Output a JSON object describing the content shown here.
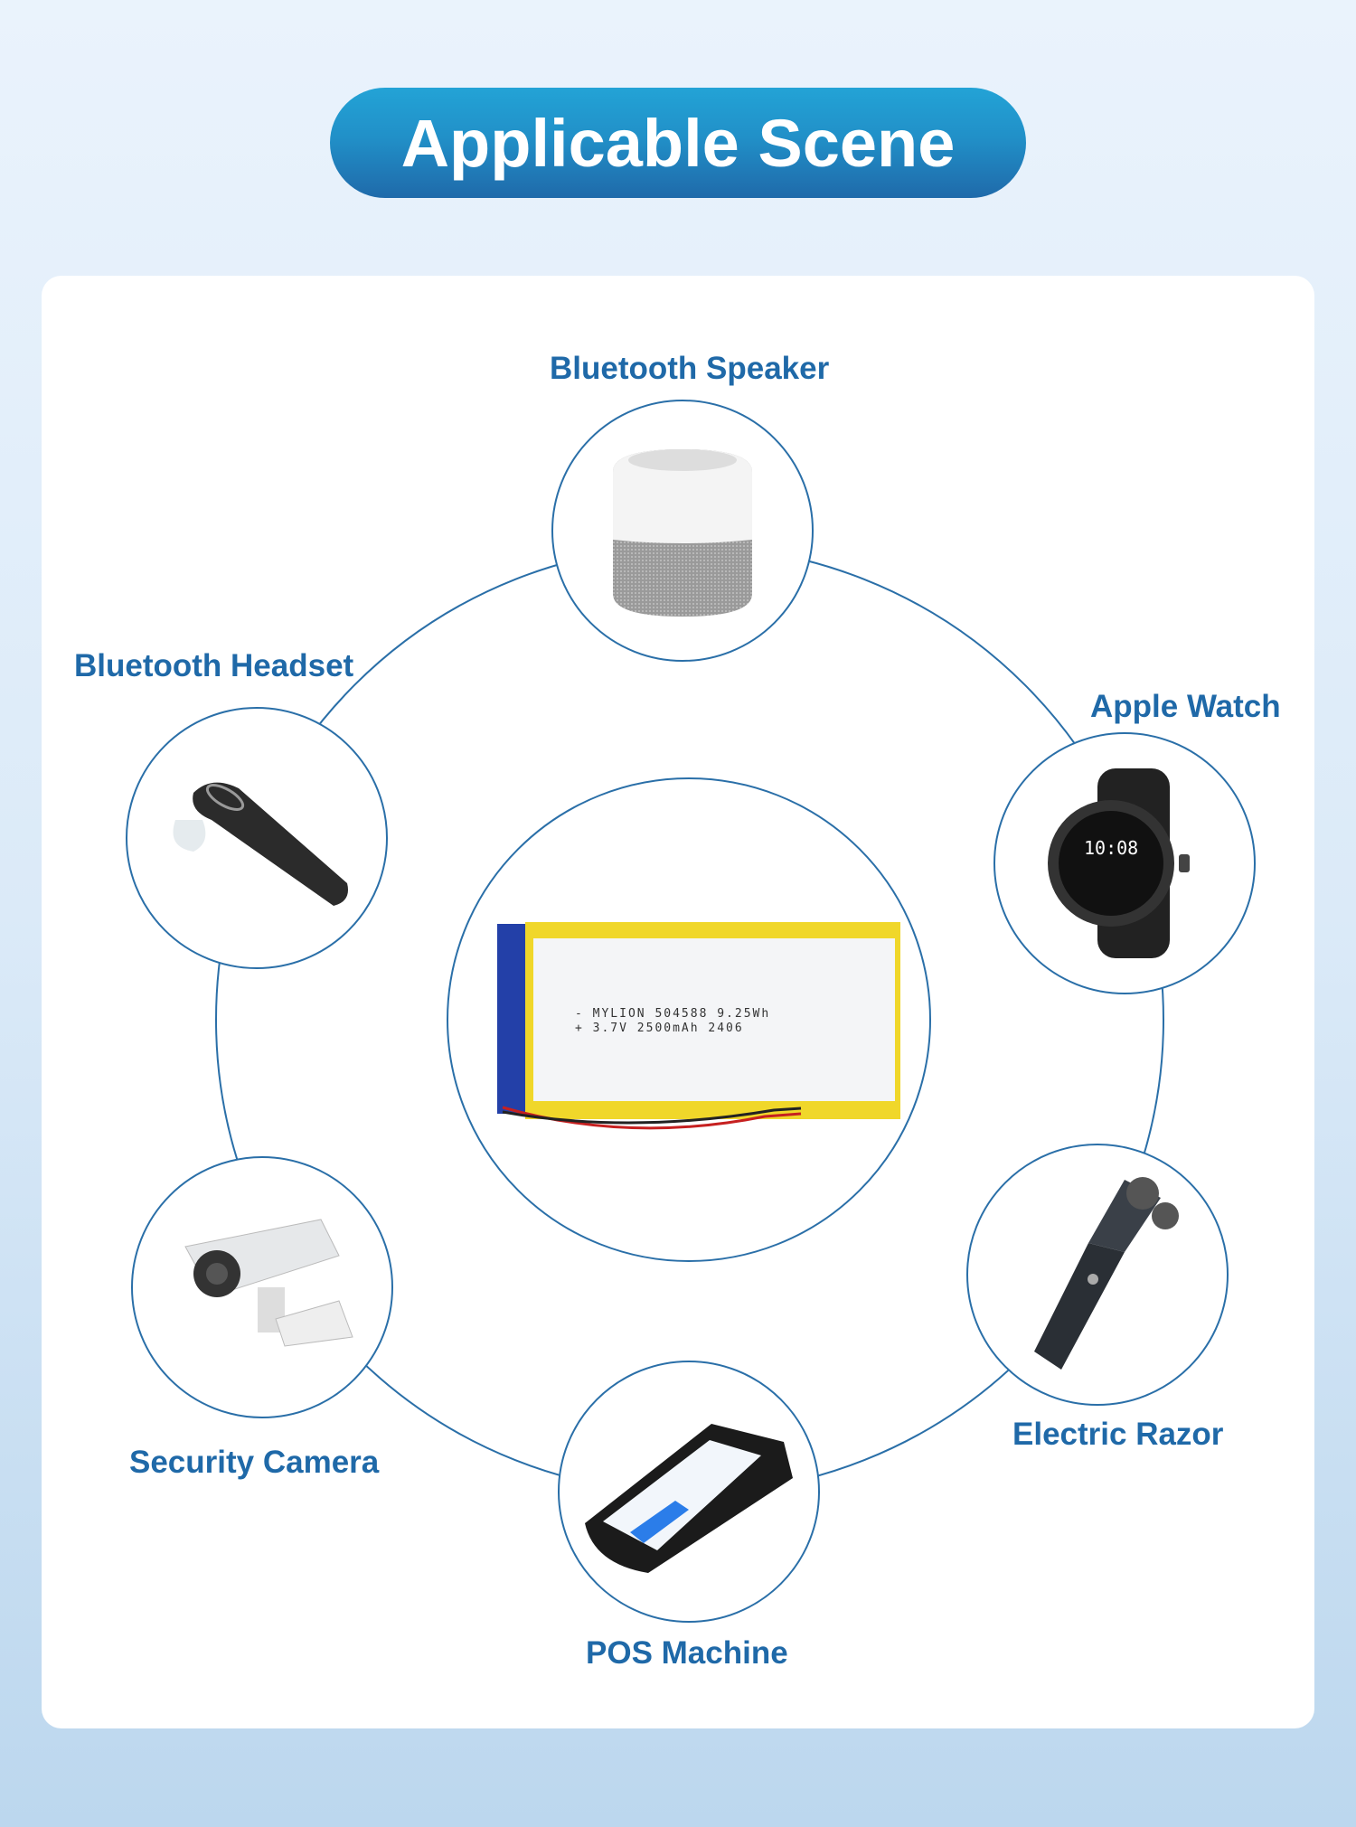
{
  "header": {
    "title": "Applicable Scene"
  },
  "center_product": {
    "label_line1": "- MYLION 504588 9.25Wh",
    "label_line2": "+ 3.7V 2500mAh 2406"
  },
  "scenes": [
    {
      "label": "Bluetooth Speaker",
      "icon": "speaker-icon"
    },
    {
      "label": "Bluetooth Headset",
      "icon": "headset-icon"
    },
    {
      "label": "Apple Watch",
      "icon": "smartwatch-icon"
    },
    {
      "label": "Security Camera",
      "icon": "camera-icon"
    },
    {
      "label": "Electric Razor",
      "icon": "razor-icon"
    },
    {
      "label": "POS Machine",
      "icon": "pos-icon"
    }
  ],
  "colors": {
    "accent": "#1f69a8",
    "ring": "#2a6fa8",
    "pill_top": "#23a3d6",
    "pill_bottom": "#1f6aaa"
  }
}
